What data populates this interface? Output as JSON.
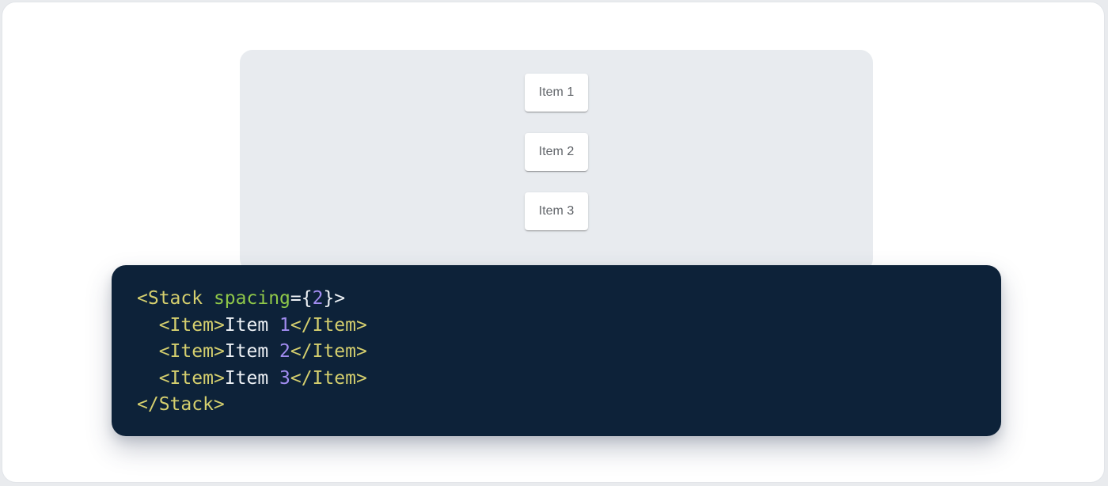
{
  "demo": {
    "items": [
      "Item 1",
      "Item 2",
      "Item 3"
    ]
  },
  "code": {
    "lines": [
      [
        {
          "text": "<Stack",
          "type": "tag"
        },
        {
          "text": " ",
          "type": "plain"
        },
        {
          "text": "spacing",
          "type": "attr"
        },
        {
          "text": "={",
          "type": "plain"
        },
        {
          "text": "2",
          "type": "num"
        },
        {
          "text": "}>",
          "type": "plain"
        }
      ],
      [
        {
          "text": "  ",
          "type": "plain"
        },
        {
          "text": "<Item>",
          "type": "tag"
        },
        {
          "text": "Item ",
          "type": "plain"
        },
        {
          "text": "1",
          "type": "num"
        },
        {
          "text": "</Item>",
          "type": "tag"
        }
      ],
      [
        {
          "text": "  ",
          "type": "plain"
        },
        {
          "text": "<Item>",
          "type": "tag"
        },
        {
          "text": "Item ",
          "type": "plain"
        },
        {
          "text": "2",
          "type": "num"
        },
        {
          "text": "</Item>",
          "type": "tag"
        }
      ],
      [
        {
          "text": "  ",
          "type": "plain"
        },
        {
          "text": "<Item>",
          "type": "tag"
        },
        {
          "text": "Item ",
          "type": "plain"
        },
        {
          "text": "3",
          "type": "num"
        },
        {
          "text": "</Item>",
          "type": "tag"
        }
      ],
      [
        {
          "text": "</Stack>",
          "type": "tag"
        }
      ]
    ],
    "token_colors": {
      "tag": "#d5cf6e",
      "attr": "#8fc849",
      "num": "#a18cf0",
      "plain": "#eef2f6"
    }
  },
  "colors": {
    "page_background": "#e9ebee",
    "card_background": "#ffffff",
    "card_border": "#e2e5e9",
    "panel_background": "#e8ebef",
    "item_background": "#ffffff",
    "item_text": "#5f6368",
    "code_background": "#0d2239"
  }
}
